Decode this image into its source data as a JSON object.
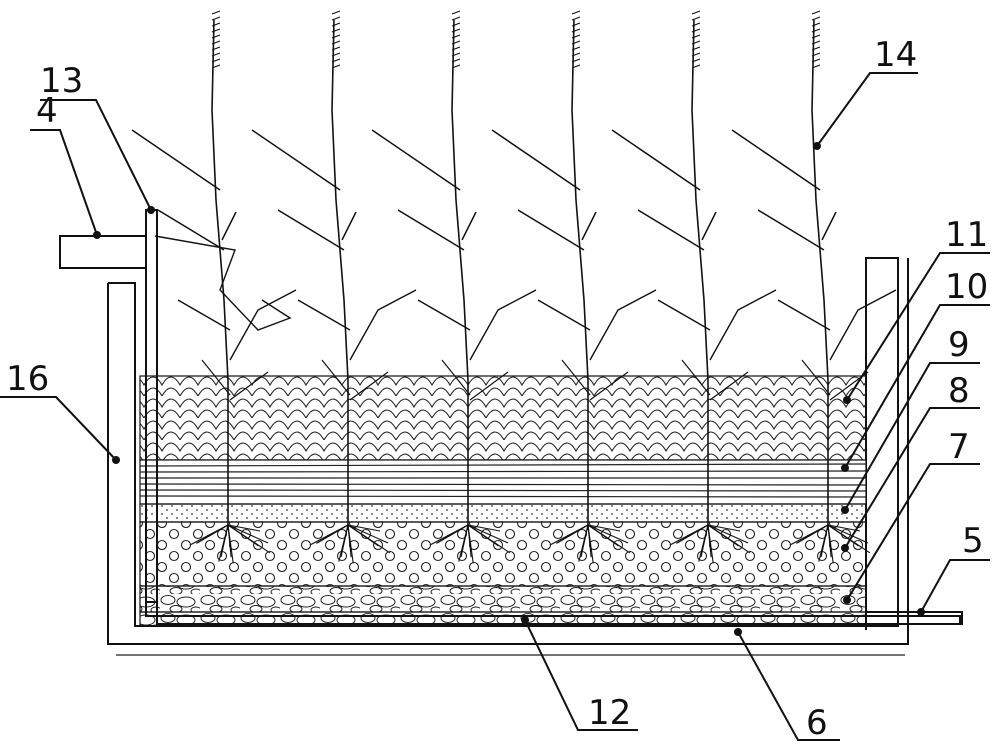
{
  "labels": {
    "l4": "4",
    "l5": "5",
    "l6": "6",
    "l7": "7",
    "l8": "8",
    "l9": "9",
    "l10": "10",
    "l11": "11",
    "l12": "12",
    "l13": "13",
    "l14": "14",
    "l16": "16"
  },
  "colors": {
    "line": "#111111",
    "background": "#ffffff"
  }
}
